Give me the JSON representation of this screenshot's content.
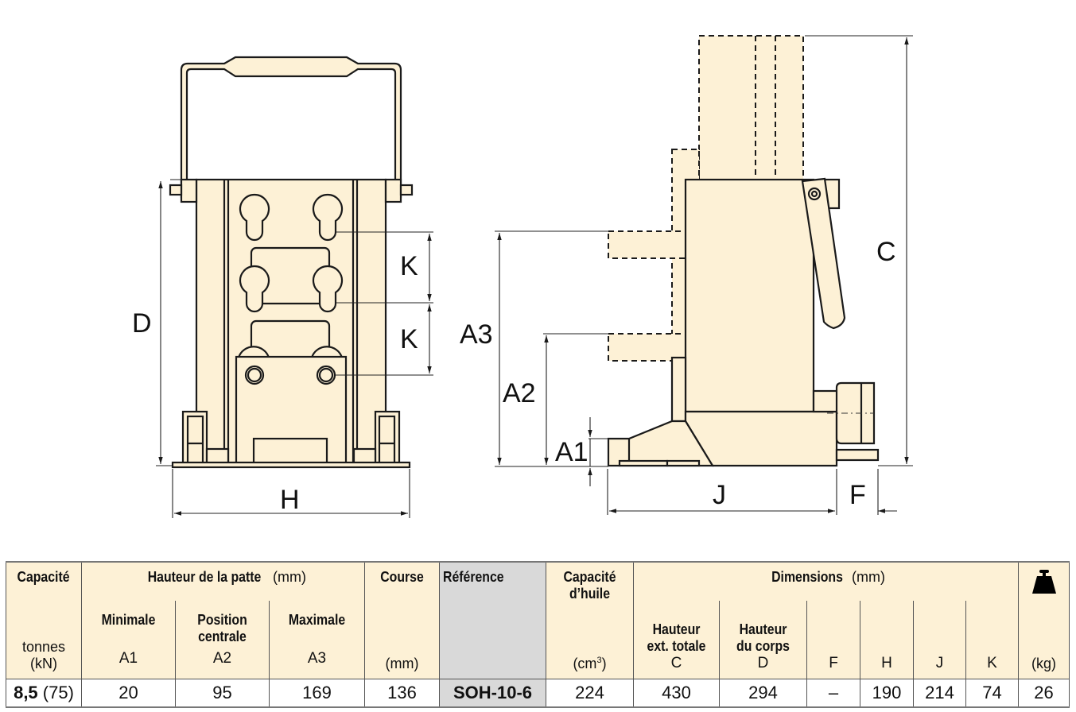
{
  "diagram": {
    "front_view": {
      "labels": {
        "D": "D",
        "H": "H",
        "K1": "K",
        "K2": "K"
      }
    },
    "side_view": {
      "labels": {
        "A1": "A1",
        "A2": "A2",
        "A3": "A3",
        "C": "C",
        "J": "J",
        "F": "F"
      }
    },
    "colors": {
      "body_fill": "#fdf1d6",
      "outline": "#1a1a1a",
      "reference_cell": "#d9d9d9"
    }
  },
  "table": {
    "header": {
      "capacite": "Capacité",
      "capacite_unit_1": "tonnes",
      "capacite_unit_2": "(kN)",
      "hauteur_patte": "Hauteur de la patte",
      "hauteur_patte_unit": " (mm)",
      "minimale": "Minimale",
      "minimale_code": "A1",
      "position_centrale_1": "Position",
      "position_centrale_2": "centrale",
      "position_code": "A2",
      "maximale": "Maximale",
      "maximale_code": "A3",
      "course": "Course",
      "course_unit": "(mm)",
      "reference": "Référence",
      "capacite_huile_1": "Capacité",
      "capacite_huile_2": "d’huile",
      "capacite_huile_unit": "(cm",
      "capacite_huile_unit_sup": "3",
      "capacite_huile_unit_close": ")",
      "dimensions": "Dimensions",
      "dimensions_unit": " (mm)",
      "hauteur_totale_1": "Hauteur",
      "hauteur_totale_2": "ext. totale",
      "hauteur_totale_code": "C",
      "hauteur_corps_1": "Hauteur",
      "hauteur_corps_2": "du corps",
      "hauteur_corps_code": "D",
      "F": "F",
      "H": "H",
      "J": "J",
      "K": "K",
      "poids_icon": "weight-icon",
      "poids_unit": "(kg)"
    },
    "rows": [
      {
        "capacite_t": "8,5",
        "capacite_kn": " (75)",
        "A1": "20",
        "A2": "95",
        "A3": "169",
        "course": "136",
        "reference": "SOH-10-6",
        "capacite_huile": "224",
        "C": "430",
        "D": "294",
        "F": "–",
        "H": "190",
        "J": "214",
        "K": "74",
        "poids": "26"
      }
    ]
  }
}
